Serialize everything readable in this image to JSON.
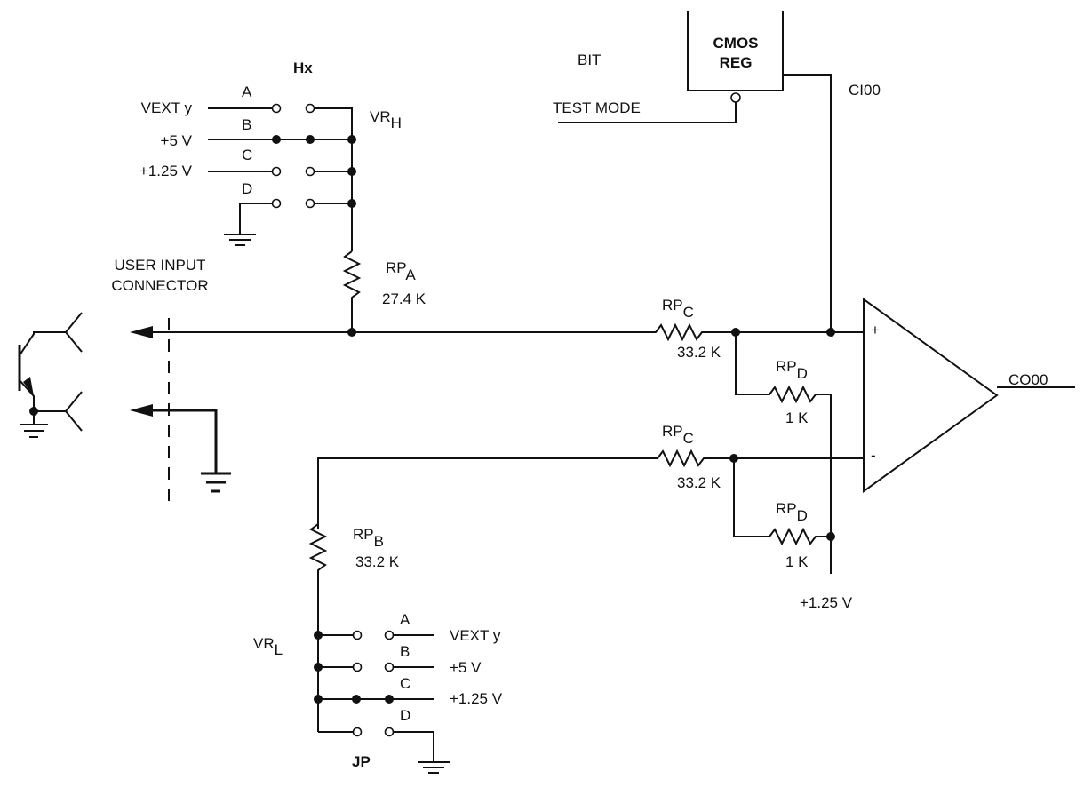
{
  "jumper_hx": {
    "title": "Hx",
    "pins": [
      "A",
      "B",
      "C",
      "D"
    ],
    "sources": [
      "VEXT y",
      "+5 V",
      "+1.25 V"
    ]
  },
  "jumper_jp": {
    "title": "JP",
    "pins": [
      "A",
      "B",
      "C",
      "D"
    ],
    "sources": [
      "VEXT y",
      "+5 V",
      "+1.25 V"
    ]
  },
  "nodes": {
    "vrh": {
      "main": "VR",
      "sub": "H"
    },
    "vrl": {
      "main": "VR",
      "sub": "L"
    }
  },
  "resistors": {
    "rpa": {
      "main": "RP",
      "sub": "A",
      "value": "27.4 K"
    },
    "rpb": {
      "main": "RP",
      "sub": "B",
      "value": "33.2 K"
    },
    "rpc_top": {
      "main": "RP",
      "sub": "C",
      "value": "33.2 K"
    },
    "rpc_bot": {
      "main": "RP",
      "sub": "C",
      "value": "33.2 K"
    },
    "rpd_top": {
      "main": "RP",
      "sub": "D",
      "value": "1 K"
    },
    "rpd_bot": {
      "main": "RP",
      "sub": "D",
      "value": "1 K"
    }
  },
  "connector": {
    "line1": "USER INPUT",
    "line2": "CONNECTOR"
  },
  "cmos_reg": {
    "line1": "CMOS",
    "line2": "REG"
  },
  "signals": {
    "bit": "BIT",
    "test_mode": "TEST MODE",
    "ci00": "CI00",
    "co00": "CO00",
    "bias": "+1.25 V"
  },
  "comparator": {
    "plus": "+",
    "minus": "-"
  }
}
